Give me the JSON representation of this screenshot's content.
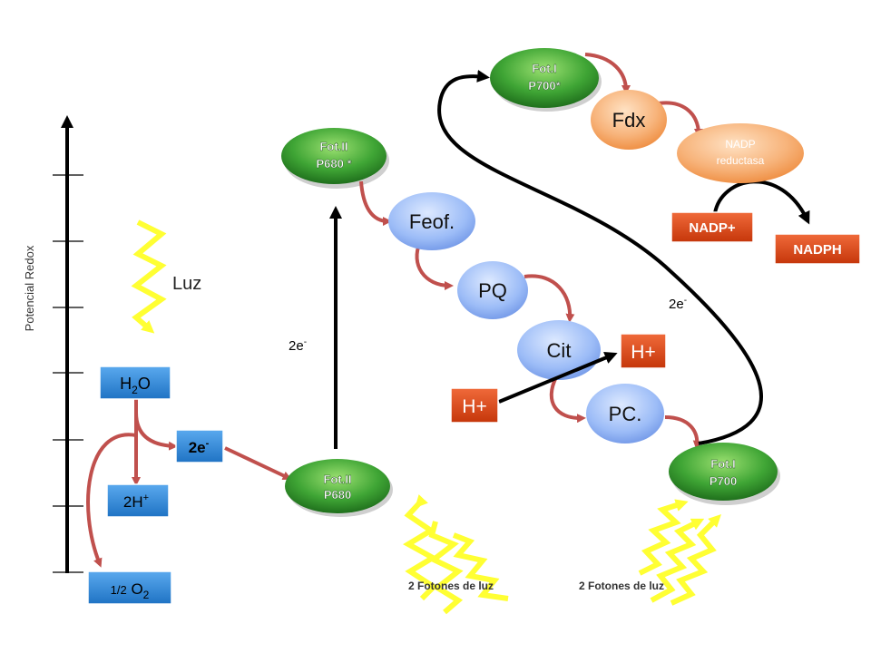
{
  "axis": {
    "label": "Potencial Redox"
  },
  "light": {
    "label": "Luz"
  },
  "water": {
    "h2o_main": "H",
    "h2o_sub": "2",
    "h2o_end": "O",
    "electrons_main": "2e",
    "electrons_sup": "-",
    "protons_main": "2H",
    "protons_sup": "+",
    "oxygen_frac": "1/2",
    "oxygen_main": "O",
    "oxygen_sub": "2"
  },
  "ps2": {
    "ground_l1": "Fot.II",
    "ground_l2": "P680",
    "excited_l1": "Fot.II",
    "excited_l2": "P680 *",
    "electrons_main": "2e",
    "electrons_sup": "-"
  },
  "chain": {
    "feof": "Feof.",
    "pq": "PQ",
    "cit": "Cit",
    "pc": "PC.",
    "proton_in": "H+",
    "proton_out": "H+"
  },
  "ps1": {
    "ground_l1": "Fot.I",
    "ground_l2": "P700",
    "excited_l1": "Fot.I",
    "excited_l2": "P700*",
    "electrons_main": "2e",
    "electrons_sup": "-"
  },
  "downstream": {
    "fdx": "Fdx",
    "nadp_red_l1": "NADP",
    "nadp_red_l2": "reductasa",
    "nadp_plus": "NADP+",
    "nadph": "NADPH"
  },
  "photons": {
    "ps2_label": "2 Fotones de luz",
    "ps1_label": "2 Fotones de luz"
  },
  "colors": {
    "blue_box": "#2f86d6",
    "green_node": "#3fa535",
    "blue_node": "#8fb2f5",
    "orange_node": "#f5a05a",
    "red_box": "#d9400f",
    "red_arrow": "#c0504d",
    "yellow": "#ffff33"
  }
}
